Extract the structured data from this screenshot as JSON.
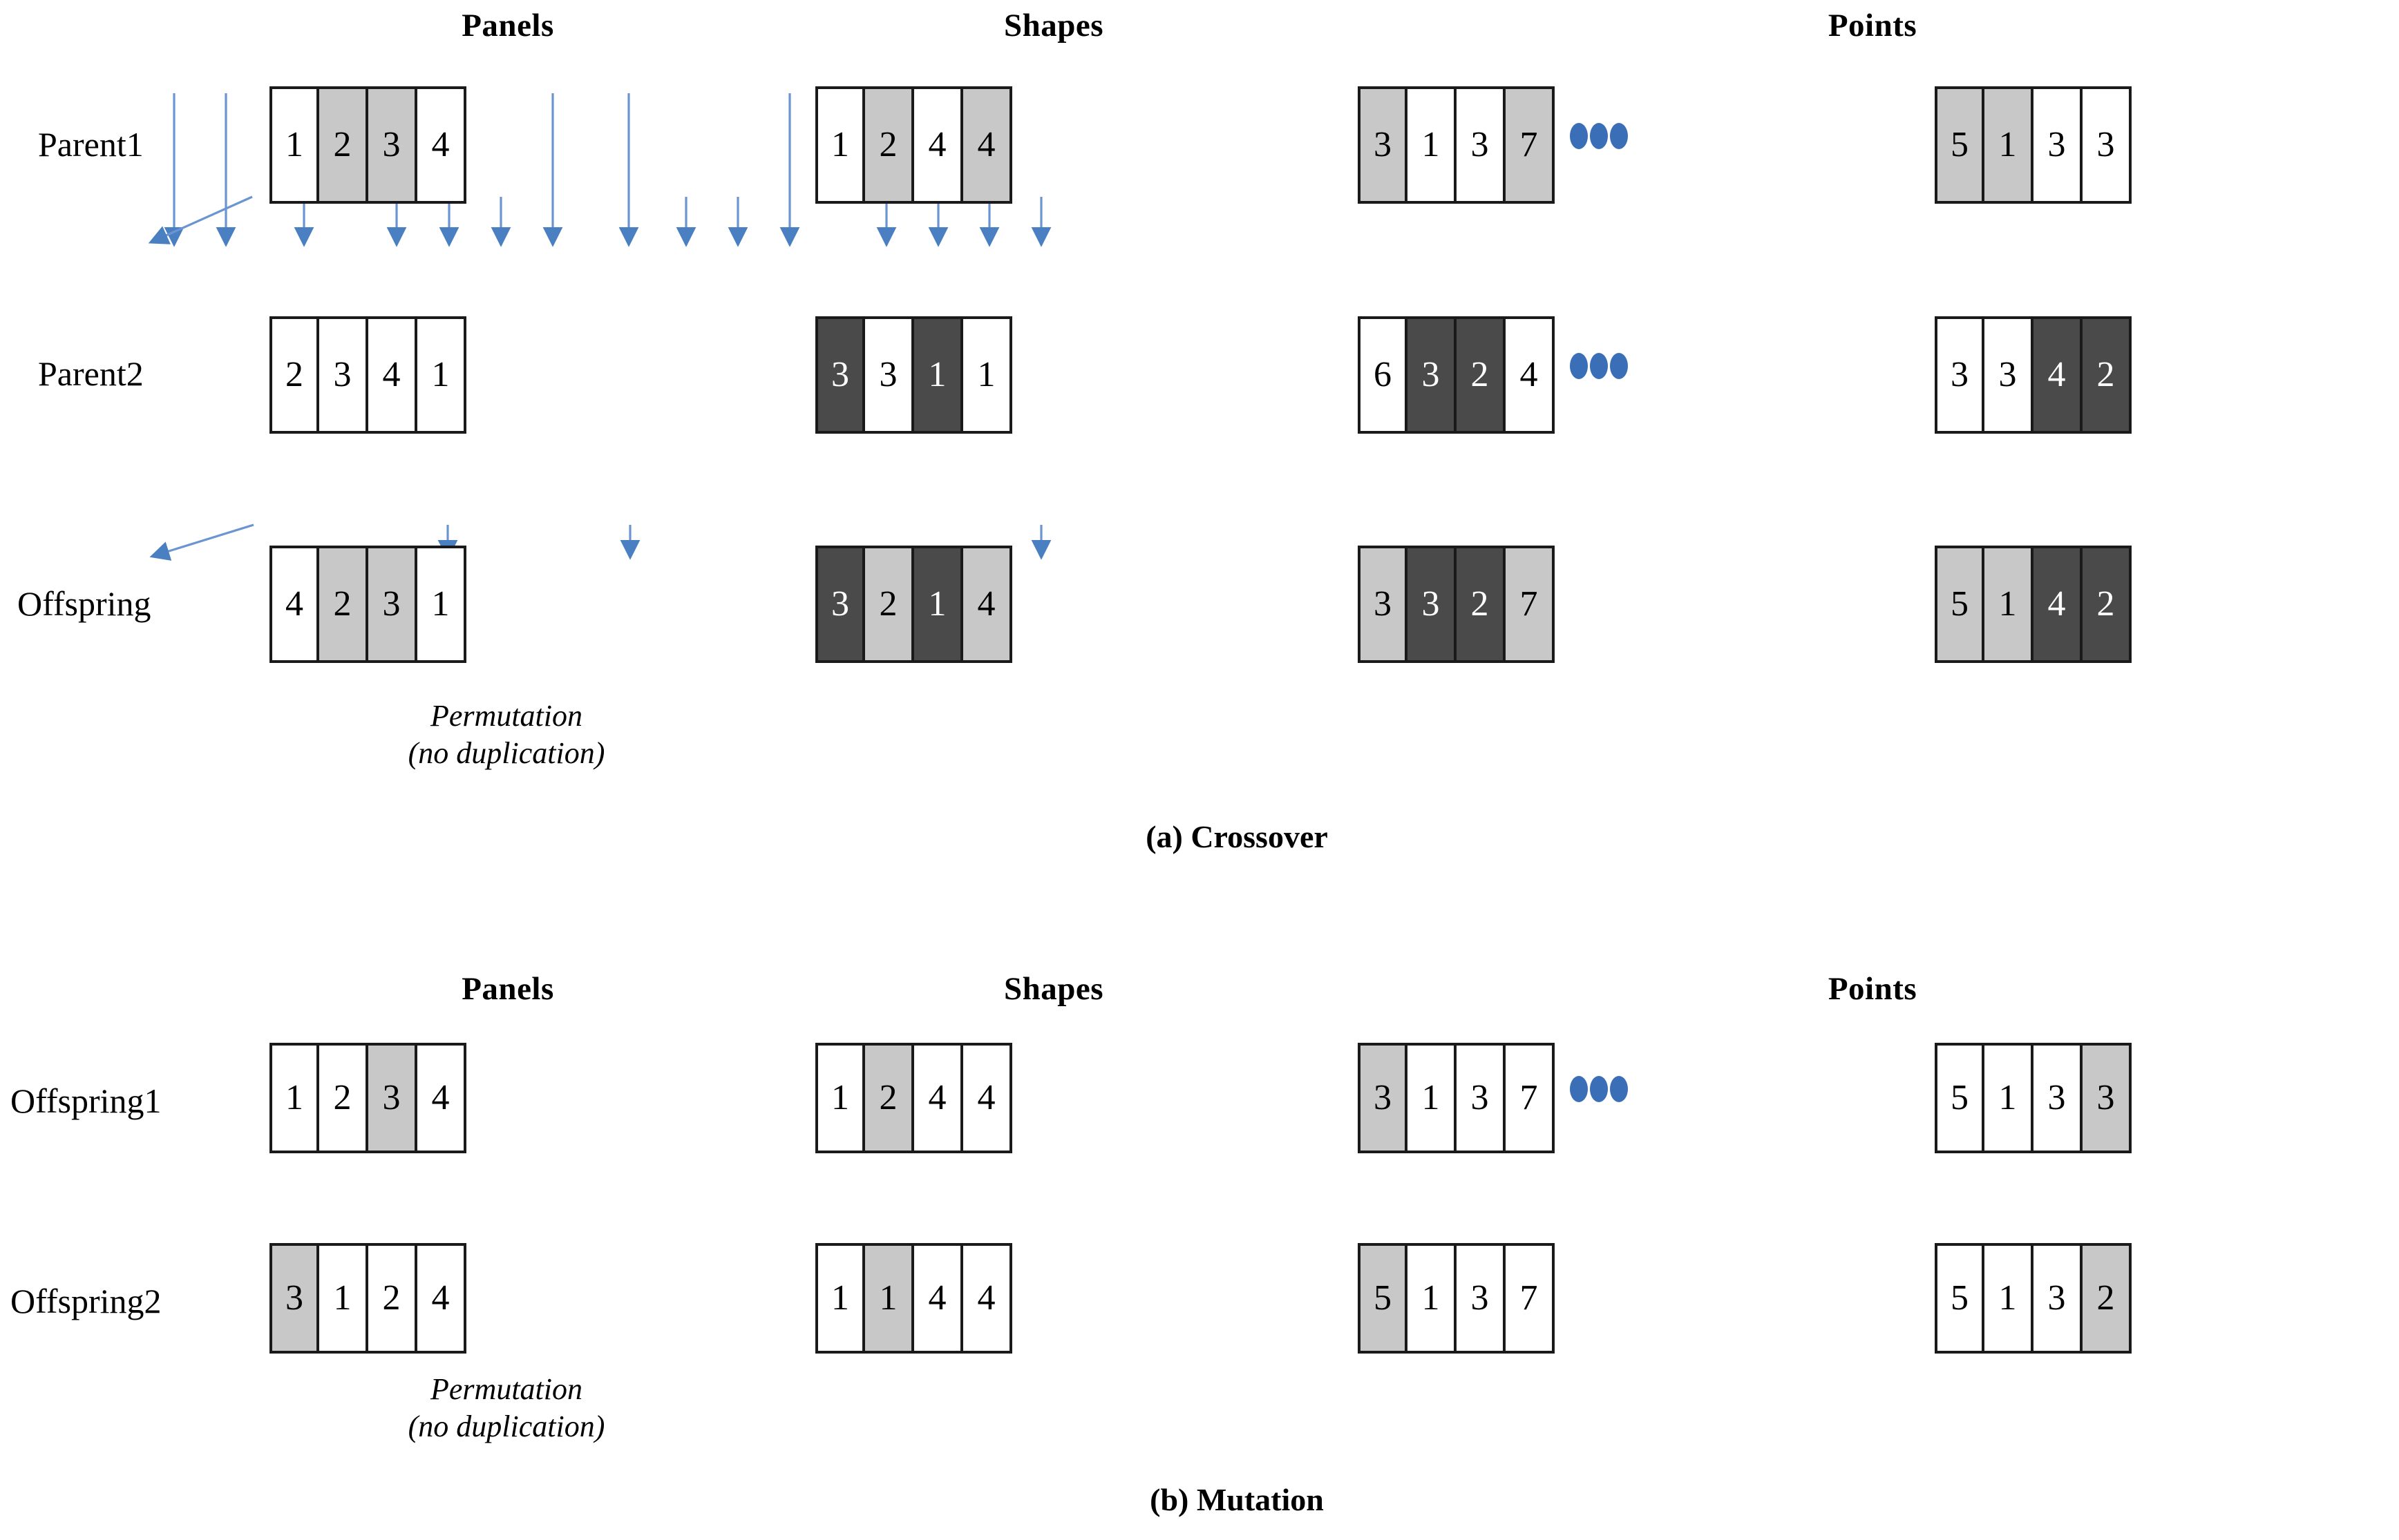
{
  "figure": {
    "panel_a_caption": "(a) Crossover",
    "panel_b_caption": "(b) Mutation",
    "permutation_note_line1": "Permutation",
    "permutation_note_line2": "(no duplication)",
    "accent_color": "#3a6fb8",
    "grey_fill": "#c8c8c8",
    "dark_fill": "#4a4a4a",
    "border_color": "#1a1a1a"
  },
  "headers": {
    "panels": "Panels",
    "shapes": "Shapes",
    "points": "Points"
  },
  "crossover": {
    "row_labels": {
      "parent1": "Parent1",
      "parent2": "Parent2",
      "offspring": "Offspring"
    },
    "panels": {
      "parent1": {
        "values": [
          "1",
          "2",
          "3",
          "4"
        ],
        "fills": [
          "white",
          "grey",
          "grey",
          "white"
        ]
      },
      "parent2": {
        "values": [
          "2",
          "3",
          "4",
          "1"
        ],
        "fills": [
          "white",
          "white",
          "white",
          "white"
        ]
      },
      "offspring": {
        "values": [
          "4",
          "2",
          "3",
          "1"
        ],
        "fills": [
          "white",
          "grey",
          "grey",
          "white"
        ]
      }
    },
    "shapes": {
      "parent1": {
        "values": [
          "1",
          "2",
          "4",
          "4"
        ],
        "fills": [
          "white",
          "grey",
          "white",
          "grey"
        ]
      },
      "parent2": {
        "values": [
          "3",
          "3",
          "1",
          "1"
        ],
        "fills": [
          "dark",
          "white",
          "dark",
          "white"
        ]
      },
      "offspring": {
        "values": [
          "3",
          "2",
          "1",
          "4"
        ],
        "fills": [
          "dark",
          "grey",
          "dark",
          "grey"
        ]
      }
    },
    "points_left": {
      "parent1": {
        "values": [
          "3",
          "1",
          "3",
          "7"
        ],
        "fills": [
          "grey",
          "white",
          "white",
          "grey"
        ]
      },
      "parent2": {
        "values": [
          "6",
          "3",
          "2",
          "4"
        ],
        "fills": [
          "white",
          "dark",
          "dark",
          "white"
        ]
      },
      "offspring": {
        "values": [
          "3",
          "3",
          "2",
          "7"
        ],
        "fills": [
          "grey",
          "dark",
          "dark",
          "grey"
        ]
      }
    },
    "points_right": {
      "parent1": {
        "values": [
          "5",
          "1",
          "3",
          "3"
        ],
        "fills": [
          "grey",
          "grey",
          "white",
          "white"
        ]
      },
      "parent2": {
        "values": [
          "3",
          "3",
          "4",
          "2"
        ],
        "fills": [
          "white",
          "white",
          "dark",
          "dark"
        ]
      },
      "offspring": {
        "values": [
          "5",
          "1",
          "4",
          "2"
        ],
        "fills": [
          "grey",
          "grey",
          "dark",
          "dark"
        ]
      }
    }
  },
  "mutation": {
    "row_labels": {
      "offspring1": "Offspring1",
      "offspring2": "Offspring2"
    },
    "panels": {
      "offspring1": {
        "values": [
          "1",
          "2",
          "3",
          "4"
        ],
        "fills": [
          "white",
          "white",
          "grey",
          "white"
        ]
      },
      "offspring2": {
        "values": [
          "3",
          "1",
          "2",
          "4"
        ],
        "fills": [
          "grey",
          "white",
          "white",
          "white"
        ]
      }
    },
    "shapes": {
      "offspring1": {
        "values": [
          "1",
          "2",
          "4",
          "4"
        ],
        "fills": [
          "white",
          "grey",
          "white",
          "white"
        ]
      },
      "offspring2": {
        "values": [
          "1",
          "1",
          "4",
          "4"
        ],
        "fills": [
          "white",
          "grey",
          "white",
          "white"
        ]
      }
    },
    "points_left": {
      "offspring1": {
        "values": [
          "3",
          "1",
          "3",
          "7"
        ],
        "fills": [
          "grey",
          "white",
          "white",
          "white"
        ]
      },
      "offspring2": {
        "values": [
          "5",
          "1",
          "3",
          "7"
        ],
        "fills": [
          "grey",
          "white",
          "white",
          "white"
        ]
      }
    },
    "points_right": {
      "offspring1": {
        "values": [
          "5",
          "1",
          "3",
          "3"
        ],
        "fills": [
          "white",
          "white",
          "white",
          "grey"
        ]
      },
      "offspring2": {
        "values": [
          "5",
          "1",
          "3",
          "2"
        ],
        "fills": [
          "white",
          "white",
          "white",
          "grey"
        ]
      }
    }
  },
  "ellipsis": {
    "label": "ellipsis-dots",
    "count": 3
  }
}
